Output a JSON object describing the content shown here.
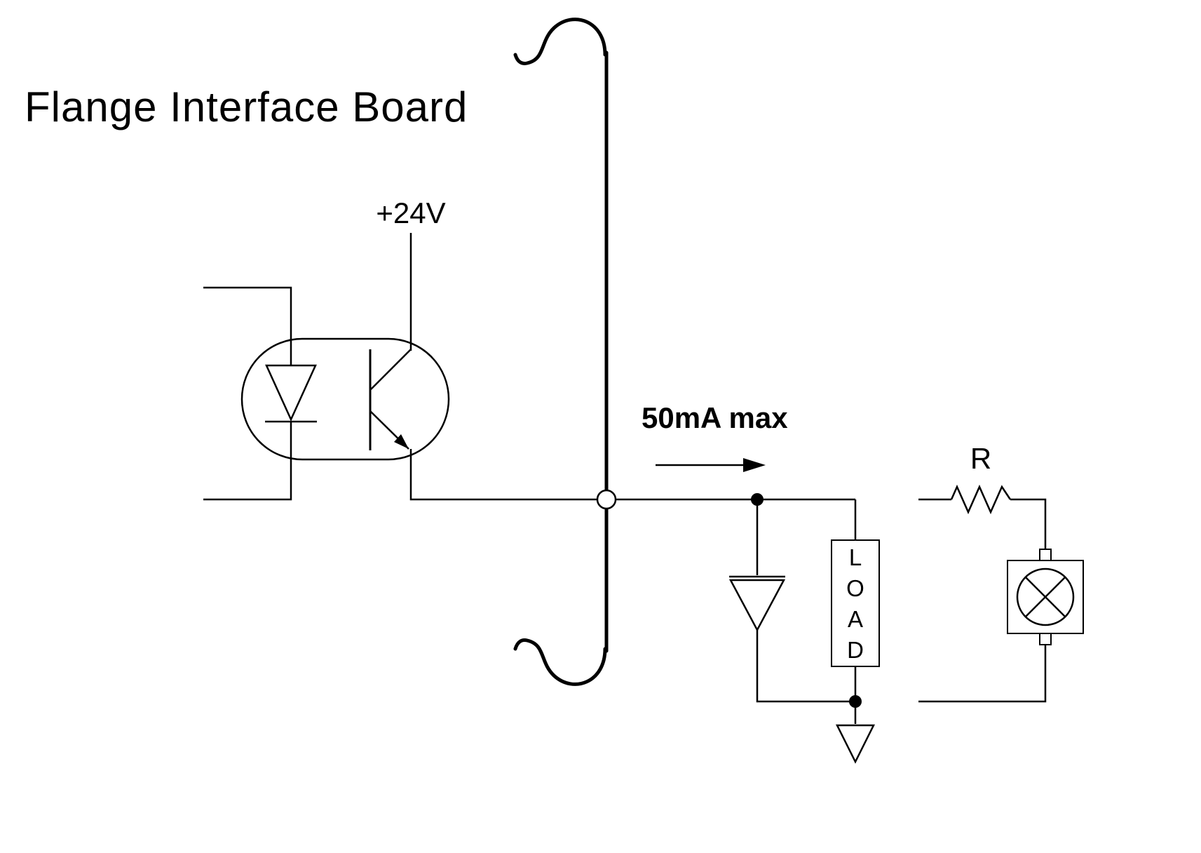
{
  "diagram": {
    "title": "Flange Interface Board",
    "supply_label": "+24V",
    "current_label": "50mA max",
    "resistor_label": "R",
    "load_letters": [
      "L",
      "O",
      "A",
      "D"
    ],
    "colors": {
      "line": "#000000",
      "background": "#ffffff"
    },
    "components": [
      "optocoupler",
      "input-led",
      "photo-transistor",
      "board-boundary-break",
      "boundary-output-node",
      "current-arrow",
      "flyback-diode",
      "load-box",
      "ground-symbol",
      "external-resistor",
      "lamp"
    ]
  }
}
